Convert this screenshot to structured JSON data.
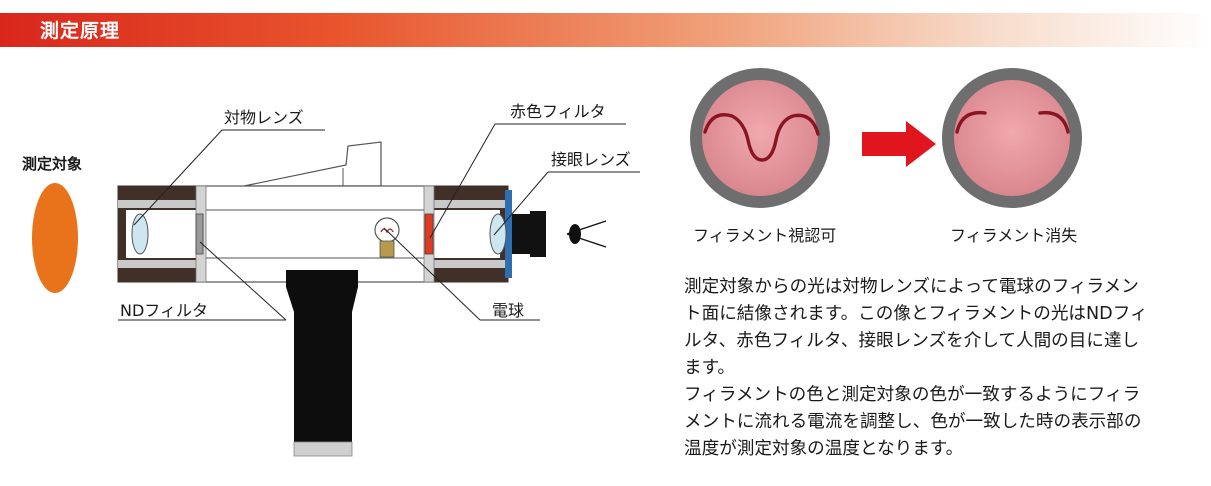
{
  "header": {
    "title": "測定原理"
  },
  "device": {
    "target_label": "測定対象",
    "objective_lens_label": "対物レンズ",
    "red_filter_label": "赤色フィルタ",
    "eyepiece_label": "接眼レンズ",
    "nd_filter_label": "NDフィルタ",
    "bulb_label": "電球"
  },
  "views": {
    "visible_label": "フィラメント視認可",
    "vanish_label": "フィラメント消失"
  },
  "description": {
    "paragraph1": "測定対象からの光は対物レンズによって電球のフィラメント面に結像されます。この像とフィラメントの光はNDフィルタ、赤色フィルタ、接眼レンズを介して人間の目に達します。",
    "paragraph2": "フィラメントの色と測定対象の色が一致するようにフィラメントに流れる電流を調整し、色が一致した時の表示部の温度が測定対象の温度となります。"
  },
  "colors": {
    "header_red": "#d9261c",
    "target_orange": "#e8731a",
    "lens_blue": "#cde6f0",
    "red_filter": "#e03a22",
    "circle_gray": "#6e6e6e",
    "circle_pink": "#e8969c",
    "arrow_red": "#e0151e"
  }
}
